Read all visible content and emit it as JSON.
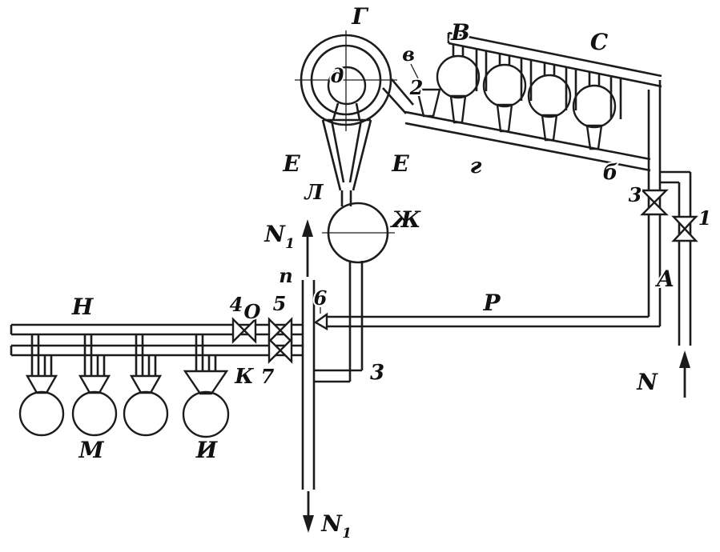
{
  "colors": {
    "ink": "#1c1c1c",
    "background": "#ffffff"
  },
  "labels": {
    "flywheel": "Г",
    "bulb_d": "д",
    "nozzle_2": "2",
    "funnel_v": "в",
    "bulbs_v": "В",
    "frame_c": "С",
    "funnel_e_left": "Е",
    "funnel_e_right": "Е",
    "pipe_g": "г",
    "pipe_b": "б",
    "tube_l": "Л",
    "separator_zh": "Ж",
    "gas_n1_up_base": "N",
    "gas_n1_up_sub": "1",
    "pipe_p_small": "п",
    "valve_3_right": "3",
    "valve_1": "1",
    "pipe_a": "А",
    "pipe_r": "Р",
    "rack_n": "Н",
    "valve_4": "4",
    "valve_o": "О",
    "valve_5": "5",
    "nozzle_6": "6",
    "valve_k": "К",
    "valve_7": "7",
    "pipes_3_center": "3",
    "gas_n": "N",
    "bulb_m": "М",
    "bulb_i": "И",
    "gas_n1_down_base": "N",
    "gas_n1_down_sub": "1"
  }
}
